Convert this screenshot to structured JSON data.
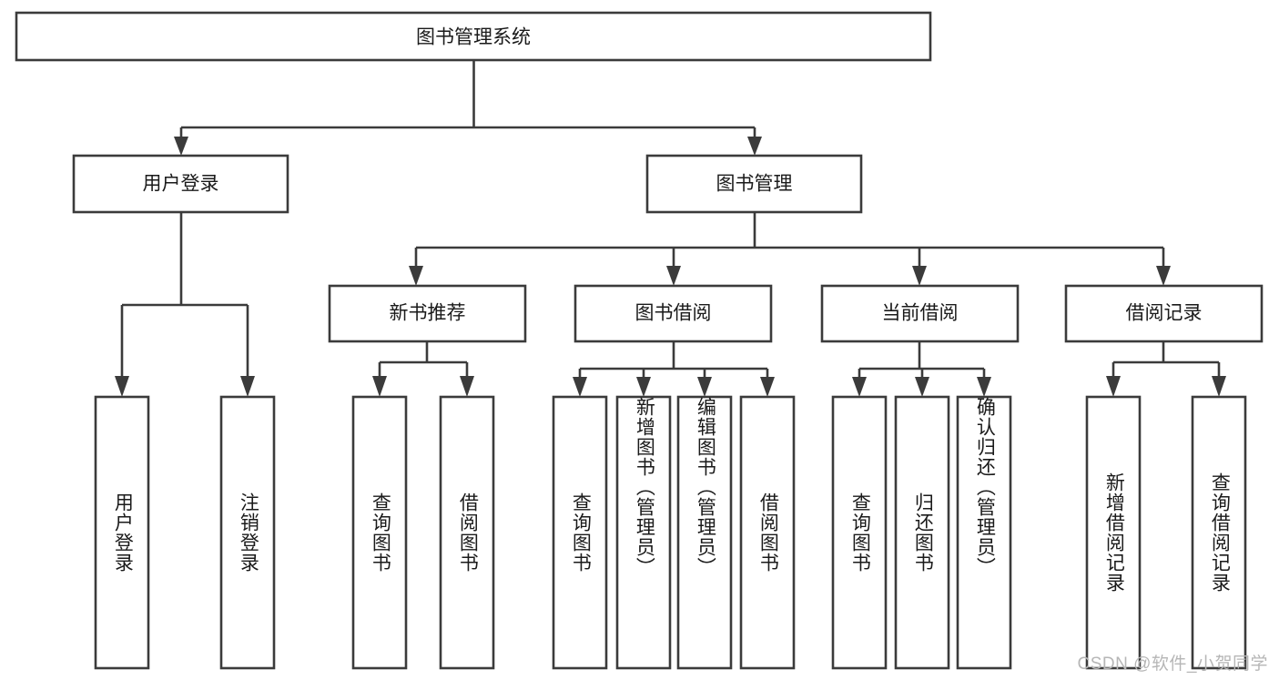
{
  "diagram": {
    "title": "图书管理系统",
    "type": "hierarchy-tree",
    "root": {
      "label": "图书管理系统"
    },
    "level2": [
      {
        "label": "用户登录"
      },
      {
        "label": "图书管理"
      }
    ],
    "level3": [
      {
        "label": "新书推荐"
      },
      {
        "label": "图书借阅"
      },
      {
        "label": "当前借阅"
      },
      {
        "label": "借阅记录"
      }
    ],
    "leaves": {
      "user_login": [
        {
          "label": "用户登录"
        },
        {
          "label": "注销登录"
        }
      ],
      "new_book_recommend": [
        {
          "label": "查询图书"
        },
        {
          "label": "借阅图书"
        }
      ],
      "book_borrow": [
        {
          "label": "查询图书"
        },
        {
          "label": "新增图书（管理员）"
        },
        {
          "label": "编辑图书（管理员）"
        },
        {
          "label": "借阅图书"
        }
      ],
      "current_borrow": [
        {
          "label": "查询图书"
        },
        {
          "label": "归还图书"
        },
        {
          "label": "确认归还（管理员）"
        }
      ],
      "borrow_record": [
        {
          "label": "新增借阅记录"
        },
        {
          "label": "查询借阅记录"
        }
      ]
    },
    "colors": {
      "stroke": "#3b3b3b",
      "fill": "#ffffff",
      "text": "#1a1a1a",
      "watermark": "#b6b6b6"
    }
  },
  "watermark": {
    "text": "CSDN @软件_小贺同学"
  }
}
